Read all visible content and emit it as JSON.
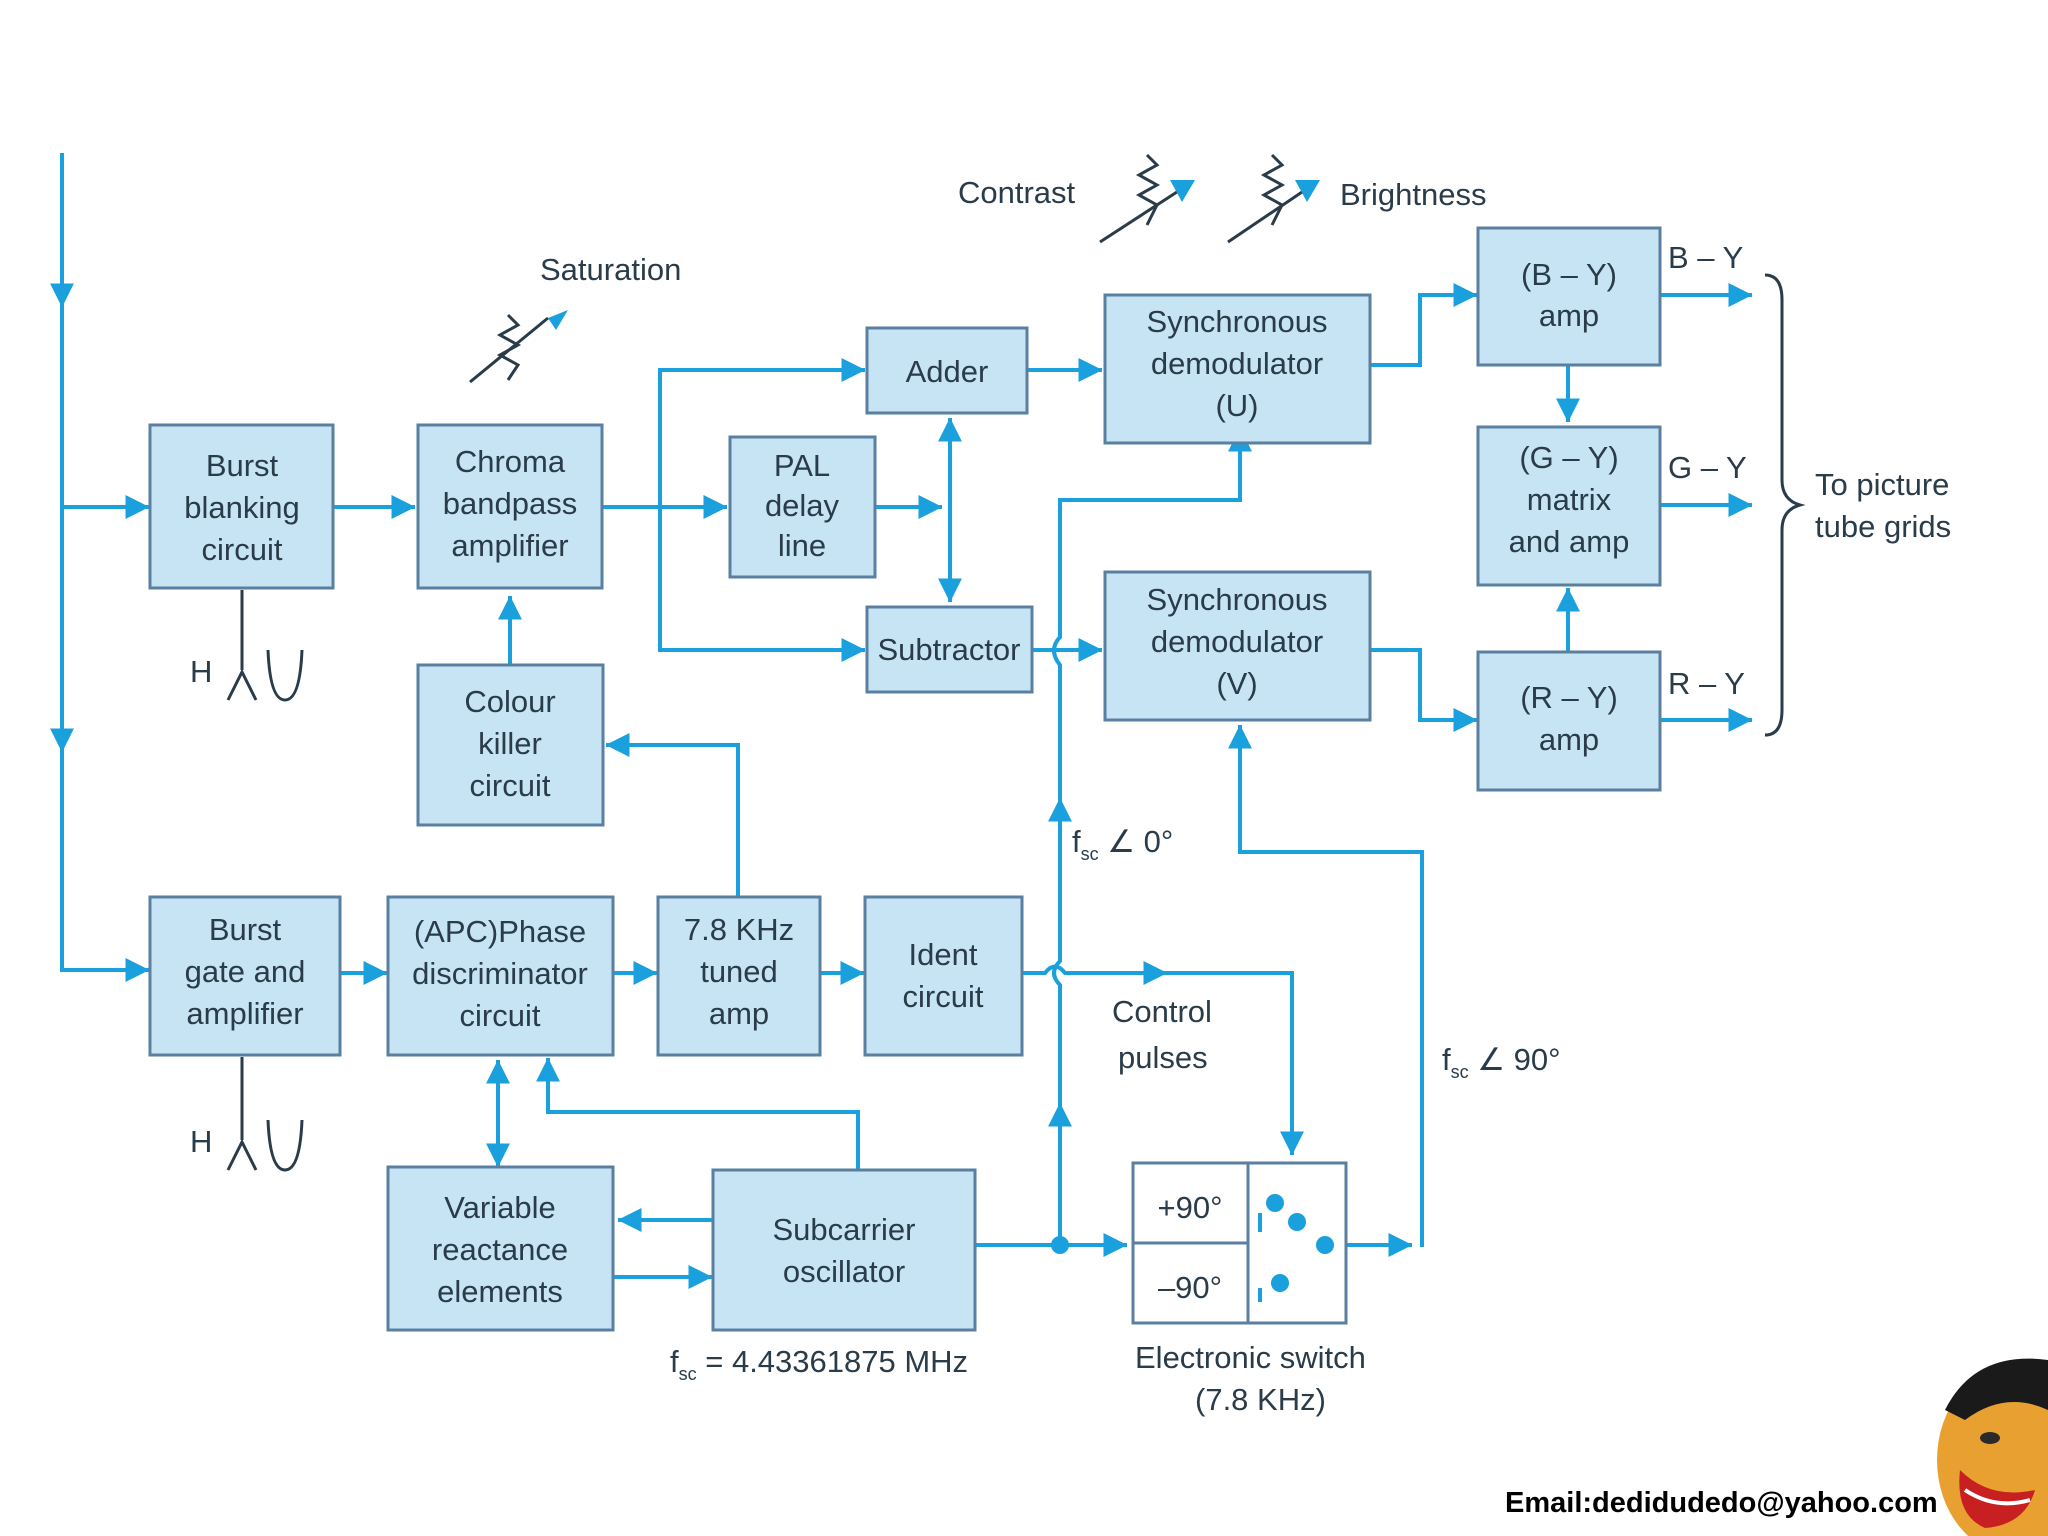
{
  "blocks": {
    "burst_blanking": [
      "Burst",
      "blanking",
      "circuit"
    ],
    "chroma_bandpass": [
      "Chroma",
      "bandpass",
      "amplifier"
    ],
    "pal_delay": [
      "PAL",
      "delay",
      "line"
    ],
    "adder": [
      "Adder"
    ],
    "subtractor": [
      "Subtractor"
    ],
    "sync_demod_u": [
      "Synchronous",
      "demodulator",
      "(U)"
    ],
    "sync_demod_v": [
      "Synchronous",
      "demodulator",
      "(V)"
    ],
    "by_amp": [
      "(B – Y)",
      "amp"
    ],
    "gy_matrix": [
      "(G – Y)",
      "matrix",
      "and amp"
    ],
    "ry_amp": [
      "(R – Y)",
      "amp"
    ],
    "colour_killer": [
      "Colour",
      "killer",
      "circuit"
    ],
    "burst_gate": [
      "Burst",
      "gate and",
      "amplifier"
    ],
    "apc_phase": [
      "(APC)Phase",
      "discriminator",
      "circuit"
    ],
    "tuned_amp": [
      "7.8 KHz",
      "tuned",
      "amp"
    ],
    "ident": [
      "Ident",
      "circuit"
    ],
    "variable_reactance": [
      "Variable",
      "reactance",
      "elements"
    ],
    "subcarrier_osc": [
      "Subcarrier",
      "oscillator"
    ]
  },
  "labels": {
    "saturation": "Saturation",
    "contrast": "Contrast",
    "brightness": "Brightness",
    "b_y": "B – Y",
    "g_y": "G – Y",
    "r_y": "R – Y",
    "to_picture": [
      "To picture",
      "tube grids"
    ],
    "h_top": "H",
    "h_bottom": "H",
    "fsc_0": {
      "f": "f",
      "sub": "sc",
      "rest": " ∠ 0°"
    },
    "fsc_90": {
      "f": "f",
      "sub": "sc",
      "rest": " ∠ 90°"
    },
    "fsc_freq": {
      "f": "f",
      "sub": "sc",
      "rest": " = 4.43361875 MHz"
    },
    "control_pulses": [
      "Control",
      "pulses"
    ],
    "plus90": "+90°",
    "minus90": "–90°",
    "electronic_switch": [
      "Electronic switch",
      "(7.8 KHz)"
    ]
  },
  "footer": {
    "email": "Email:dedidudedo@yahoo.com"
  },
  "colors": {
    "wire": "#1aa0dc",
    "block_fill": "#c6e4f4",
    "block_stroke": "#5a7fa0",
    "text": "#2a3b4a"
  }
}
